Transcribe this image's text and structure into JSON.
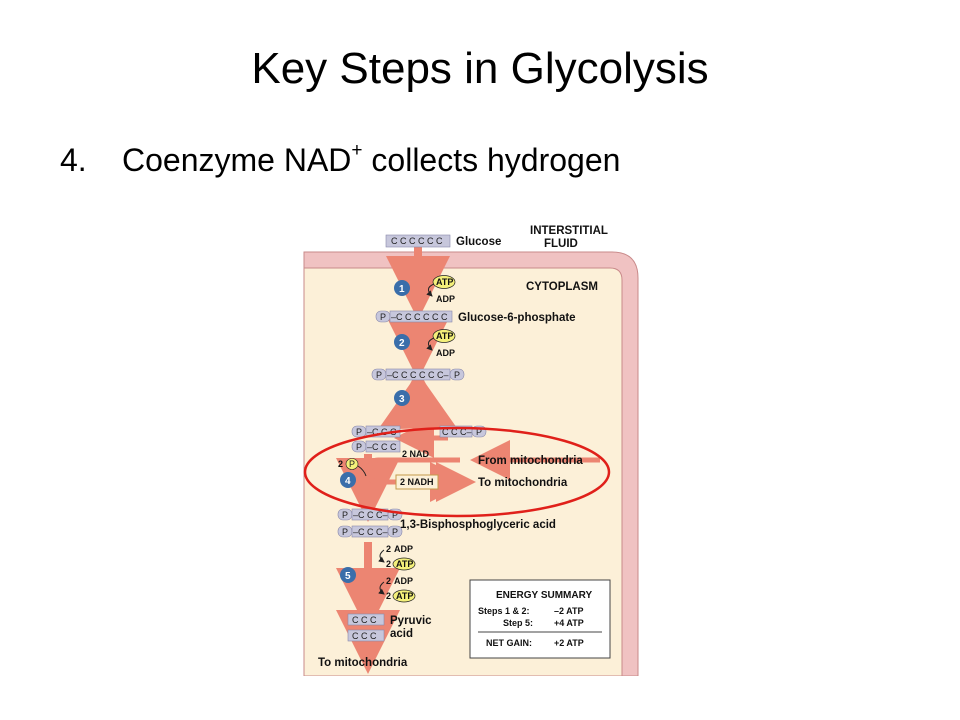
{
  "slide": {
    "title": "Key Steps in Glycolysis",
    "bullet_number": "4.",
    "bullet_text_before": "Coenzyme NAD",
    "bullet_superscript": "+",
    "bullet_text_after": " collects hydrogen"
  },
  "figure": {
    "interstitial_label_1": "INTERSTITIAL",
    "interstitial_label_2": "FLUID",
    "cytoplasm_label": "CYTOPLASM",
    "glucose_chain": "C C C C C C",
    "glucose_label": "Glucose",
    "g6p_chain": "–C C C C C C",
    "g6p_label": "Glucose-6-phosphate",
    "fbp_chain": "–C C C C C C–",
    "phosphate_symbol": "P",
    "triose_chain_left": "–C C C",
    "triose_chain_right": "C C C–",
    "triose2_chain": "–C C C",
    "two_p_label": "2",
    "nad_label": "2 NAD",
    "nadh_label": "2 NADH",
    "from_mito_label": "From mitochondria",
    "to_mito_label": "To mitochondria",
    "bpg_label": "1,3-Bisphosphoglyceric acid",
    "bpg_chain": "–C C C–",
    "adp_label": "ADP",
    "atp_label": "ATP",
    "two_label": "2",
    "pyruvate_chain": "C C C",
    "pyruvic_label_1": "Pyruvic",
    "pyruvic_label_2": "acid",
    "to_mito_bottom": "To mitochondria",
    "steps": [
      "1",
      "2",
      "3",
      "4",
      "5"
    ],
    "energy_summary": {
      "title": "ENERGY SUMMARY",
      "row1_label": "Steps 1 & 2:",
      "row1_value": "–2 ATP",
      "row2_label": "Step 5:",
      "row2_value": "+4 ATP",
      "net_label": "NET GAIN:",
      "net_value": "+2 ATP"
    }
  },
  "colors": {
    "membrane": "#f0c2c2",
    "cytoplasm": "#fcf0d8",
    "arrow": "#ec8572",
    "step_circle": "#3a6eaa",
    "atp_fill": "#f4f07a",
    "chain_box": "#c7c7dc",
    "highlight_ellipse": "#e0201a"
  }
}
